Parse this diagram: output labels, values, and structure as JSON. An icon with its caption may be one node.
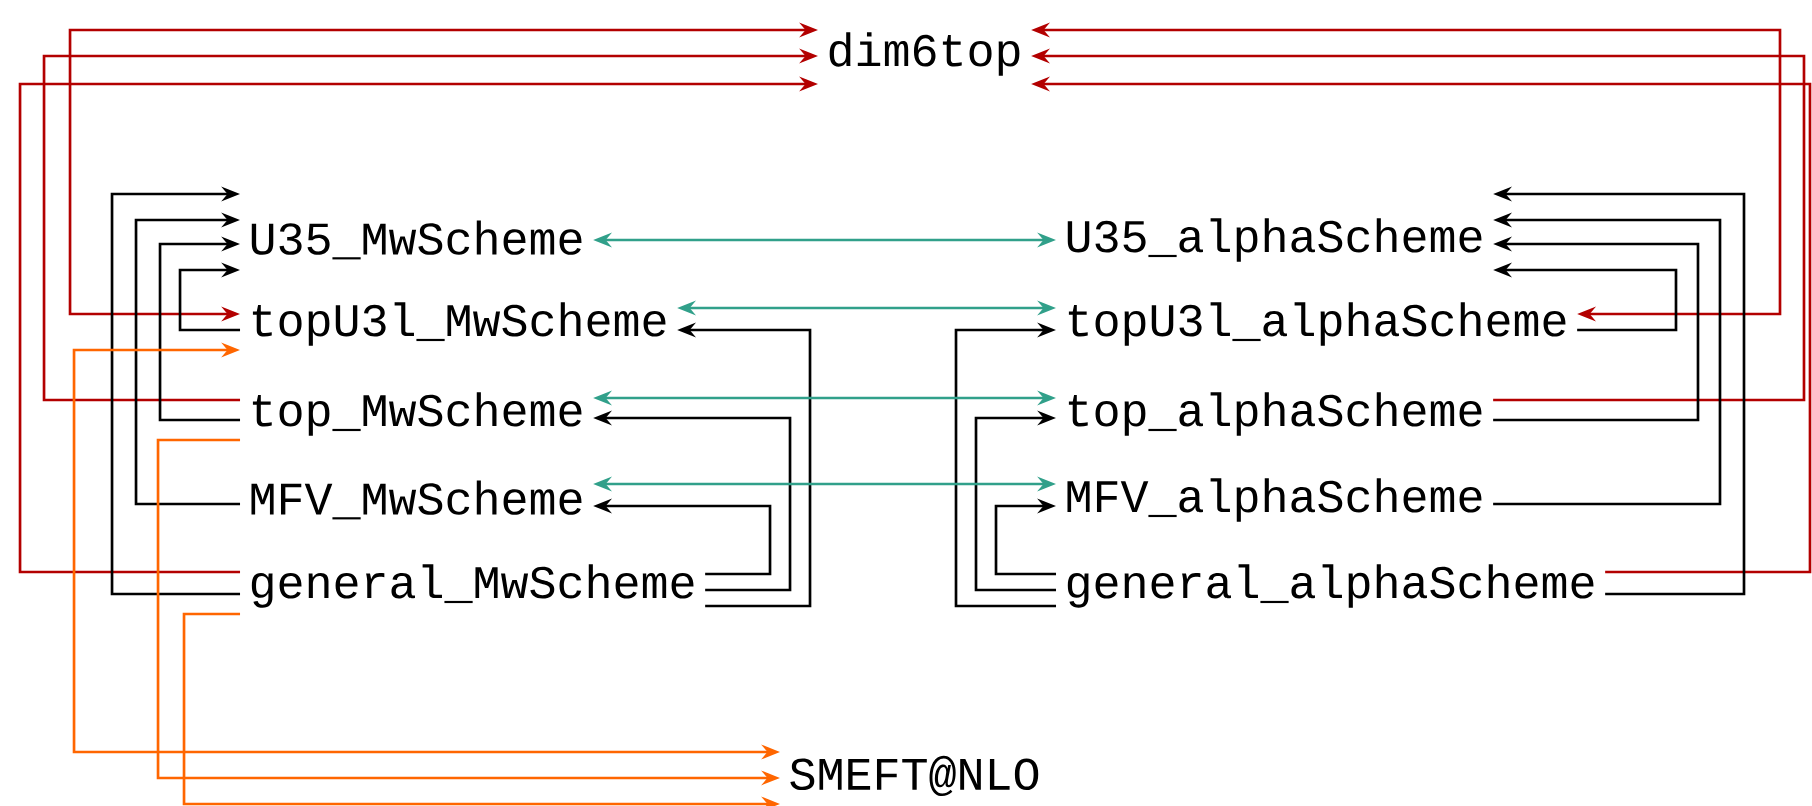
{
  "diagram": {
    "nodes": [
      {
        "text": [
          "dim6top"
        ]
      },
      {
        "text": [
          "U35_MwScheme"
        ]
      },
      {
        "text": [
          "topU3l_MwScheme"
        ]
      },
      {
        "text": [
          "top_MwScheme"
        ]
      },
      {
        "text": [
          "MFV_MwScheme"
        ]
      },
      {
        "text": [
          "general_MwScheme"
        ]
      },
      {
        "text": [
          "U35_alphaScheme"
        ]
      },
      {
        "text": [
          "topU3l_alphaScheme"
        ]
      },
      {
        "text": [
          "top_alphaScheme"
        ]
      },
      {
        "text": [
          "MFV_alphaScheme"
        ]
      },
      {
        "text": [
          "general_alphaScheme"
        ]
      },
      {
        "text": [
          "SMEFT@NLO"
        ]
      }
    ],
    "edges": [
      {
        "from": 2,
        "to": 0,
        "arrow": "both",
        "color": "#b30000"
      },
      {
        "from": 3,
        "to": 0,
        "arrow": "to",
        "color": "#b30000"
      },
      {
        "from": 5,
        "to": 0,
        "arrow": "to",
        "color": "#b30000"
      },
      {
        "from": 7,
        "to": 0,
        "arrow": "both",
        "color": "#b30000"
      },
      {
        "from": 8,
        "to": 0,
        "arrow": "to",
        "color": "#b30000"
      },
      {
        "from": 10,
        "to": 0,
        "arrow": "to",
        "color": "#b30000"
      },
      {
        "from": 2,
        "to": 1,
        "arrow": "to"
      },
      {
        "from": 3,
        "to": 1,
        "arrow": "to"
      },
      {
        "from": 4,
        "to": 1,
        "arrow": "to"
      },
      {
        "from": 5,
        "to": 1,
        "arrow": "to"
      },
      {
        "from": 5,
        "to": 2,
        "arrow": "to"
      },
      {
        "from": 5,
        "to": 3,
        "arrow": "to"
      },
      {
        "from": 5,
        "to": 4,
        "arrow": "to"
      },
      {
        "from": 10,
        "to": 7,
        "arrow": "to"
      },
      {
        "from": 10,
        "to": 8,
        "arrow": "to"
      },
      {
        "from": 10,
        "to": 9,
        "arrow": "to"
      },
      {
        "from": 7,
        "to": 6,
        "arrow": "to"
      },
      {
        "from": 8,
        "to": 6,
        "arrow": "to"
      },
      {
        "from": 9,
        "to": 6,
        "arrow": "to"
      },
      {
        "from": 10,
        "to": 6,
        "arrow": "to"
      },
      {
        "from": 1,
        "to": 6,
        "arrow": "both",
        "color": "#31a08a"
      },
      {
        "from": 2,
        "to": 7,
        "arrow": "both",
        "color": "#31a08a"
      },
      {
        "from": 3,
        "to": 8,
        "arrow": "both",
        "color": "#31a08a"
      },
      {
        "from": 4,
        "to": 9,
        "arrow": "both",
        "color": "#31a08a"
      },
      {
        "from": 2,
        "to": 11,
        "arrow": "both",
        "color": "#ff6600"
      },
      {
        "from": 3,
        "to": 11,
        "arrow": "to",
        "color": "#ff6600"
      },
      {
        "from": 5,
        "to": 11,
        "arrow": "to",
        "color": "#ff6600"
      }
    ]
  }
}
